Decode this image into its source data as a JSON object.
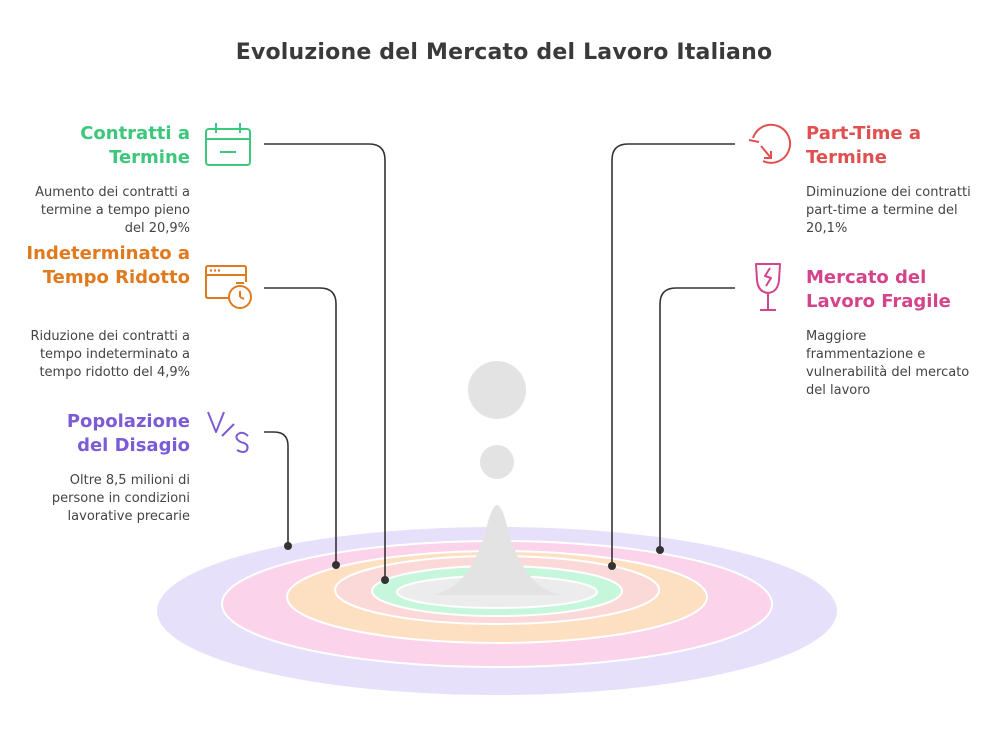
{
  "title": "Evoluzione del Mercato del Lavoro Italiano",
  "colors": {
    "green": "#3cc77a",
    "orange": "#e07a1f",
    "purple": "#7b5cd6",
    "red": "#e05050",
    "pink": "#d4448a",
    "ring_purple": "#e6e0fb",
    "ring_pink": "#fbd3ea",
    "ring_orange": "#fde0c2",
    "ring_red": "#fcd9d9",
    "ring_green": "#c6f7dc",
    "grey": "#e3e3e3"
  },
  "left_items": [
    {
      "heading": "Contratti a Termine",
      "description": "Aumento dei contratti a termine a tempo pieno del 20,9%",
      "icon": "calendar-icon"
    },
    {
      "heading": "Indeterminato a Tempo Ridotto",
      "description": "Riduzione dei contratti a tempo indeterminato a tempo ridotto del 4,9%",
      "icon": "clock-window-icon"
    },
    {
      "heading": "Popolazione del Disagio",
      "description": "Oltre 8,5 milioni di persone in condizioni lavorative precarie",
      "icon": "versus-icon"
    }
  ],
  "right_items": [
    {
      "heading": "Part-Time a Termine",
      "description": "Diminuzione dei contratti part-time a termine del 20,1%",
      "icon": "timer-arrow-icon"
    },
    {
      "heading": "Mercato del Lavoro Fragile",
      "description": "Maggiore frammentazione e vulnerabilità del mercato del lavoro",
      "icon": "broken-glass-icon"
    }
  ]
}
